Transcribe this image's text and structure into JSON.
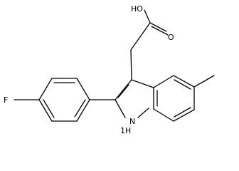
{
  "molecule": {
    "atoms": {
      "hydroxyl": "HO",
      "carbonyl_oxygen": "O",
      "fluorine": "F",
      "nitrogen": "N",
      "nitrogen_hydrogen": "1H"
    }
  }
}
